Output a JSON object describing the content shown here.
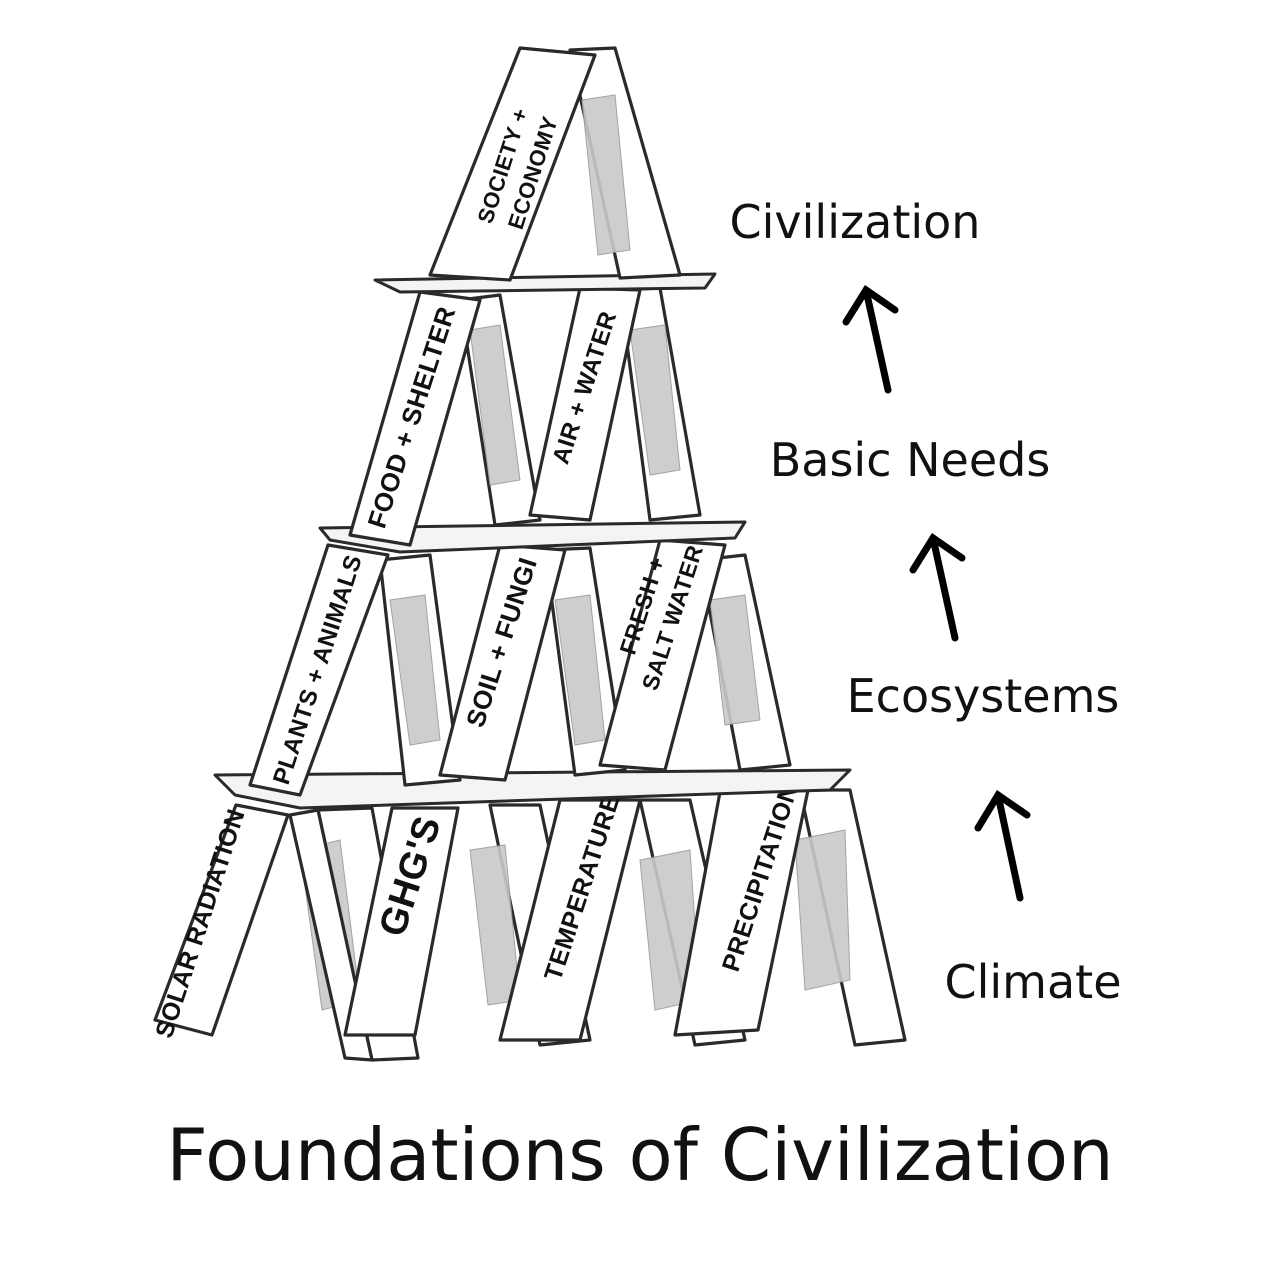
{
  "title": "Foundations of Civilization",
  "levels": {
    "civilization": "Civilization",
    "basic_needs": "Basic Needs",
    "ecosystems": "Ecosystems",
    "climate": "Climate"
  },
  "cards": {
    "top": {
      "line1": "SOCIETY +",
      "line2": "ECONOMY"
    },
    "needs": [
      {
        "line1": "FOOD + SHELTER"
      },
      {
        "line1": "AIR + WATER"
      }
    ],
    "ecosystems": [
      {
        "line1": "PLANTS + ANIMALS"
      },
      {
        "line1": "SOIL + FUNGI"
      },
      {
        "line1": "FRESH +",
        "line2": "SALT WATER"
      }
    ],
    "climate": [
      {
        "line1": "SOLAR RADIATION"
      },
      {
        "line1": "GHG'S"
      },
      {
        "line1": "TEMPERATURE"
      },
      {
        "line1": "PRECIPITATION"
      }
    ]
  },
  "icons": [
    "arrow-up-icon"
  ]
}
